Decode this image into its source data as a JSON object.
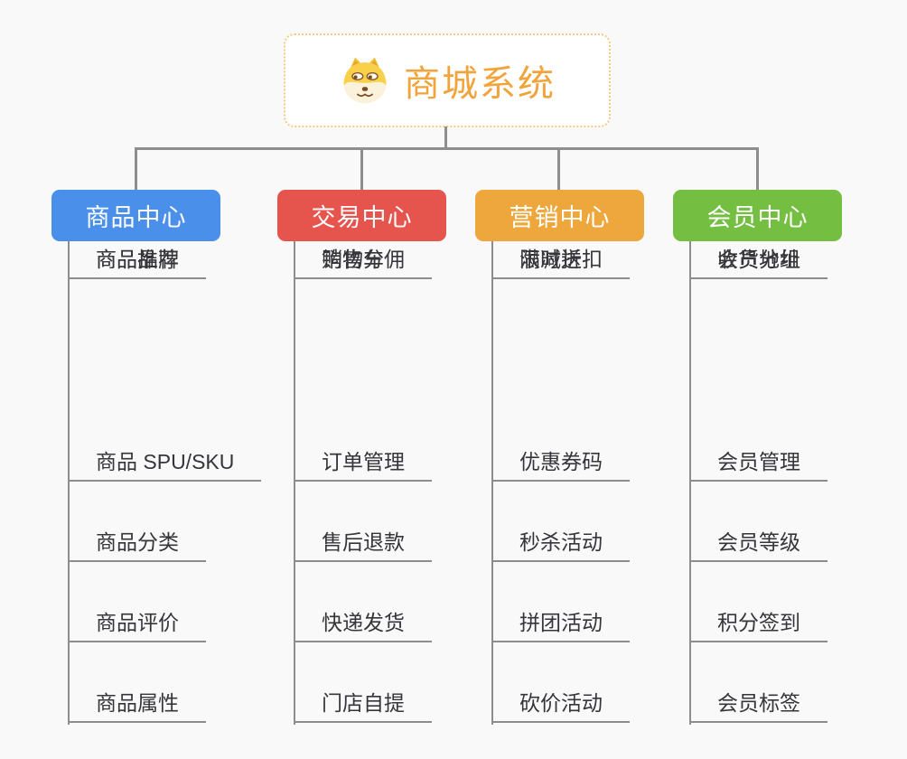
{
  "page": {
    "background_color": "#f9f9f9",
    "connector_color": "#8e8e8e"
  },
  "root": {
    "label": "商城系统",
    "icon": "doge-icon",
    "text_color": "#f1a43c",
    "border_color": "#f6c883"
  },
  "centers": [
    {
      "label": "商品中心",
      "color": "#4a8fea",
      "items": [
        "商品 SPU/SKU",
        "商品分类",
        "商品评价",
        "商品属性",
        "商品推荐",
        "商品品牌"
      ]
    },
    {
      "label": "交易中心",
      "color": "#e6544e",
      "items": [
        "订单管理",
        "售后退款",
        "快递发货",
        "门店自提",
        "购物车",
        "销售分佣"
      ]
    },
    {
      "label": "营销中心",
      "color": "#eda73d",
      "items": [
        "优惠券码",
        "秒杀活动",
        "拼团活动",
        "砍价活动",
        "限时折扣",
        "满减送"
      ]
    },
    {
      "label": "会员中心",
      "color": "#74be41",
      "items": [
        "会员管理",
        "会员等级",
        "积分签到",
        "会员标签",
        "会员分组",
        "收货地址"
      ]
    }
  ]
}
